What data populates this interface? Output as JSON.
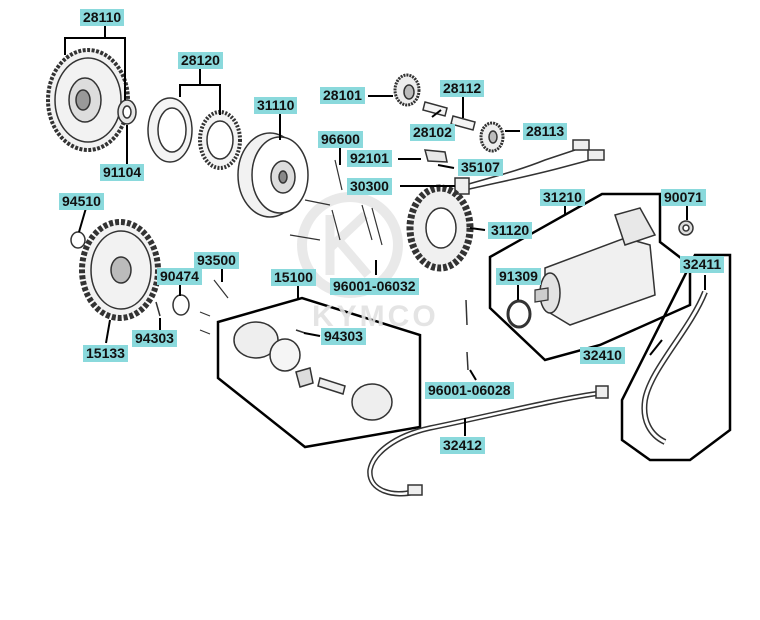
{
  "watermark": {
    "logo_text": "KYMCO"
  },
  "callouts": {
    "c28110": "28110",
    "c28120": "28120",
    "c31110": "31110",
    "c91104": "91104",
    "c28101": "28101",
    "c28112": "28112",
    "c28102": "28102",
    "c28113": "28113",
    "c96600": "96600",
    "c92101": "92101",
    "c35107": "35107",
    "c30300": "30300",
    "c31210": "31210",
    "c90071": "90071",
    "c94510": "94510",
    "c31120": "31120",
    "c96001_06032": "96001-06032",
    "c93500": "93500",
    "c90474": "90474",
    "c15100": "15100",
    "c91309": "91309",
    "c32411": "32411",
    "c94303a": "94303",
    "c94303b": "94303",
    "c15133": "15133",
    "c32410": "32410",
    "c96001_06028": "96001-06028",
    "c32412": "32412"
  },
  "colors": {
    "label_bg": "#8ad9dc",
    "line": "#000000",
    "part_stroke": "#333333",
    "part_fill": "#f2f2f2"
  }
}
